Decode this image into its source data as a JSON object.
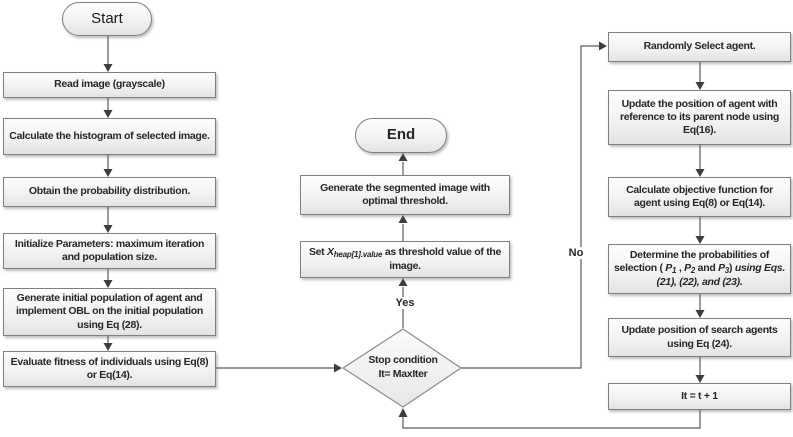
{
  "diagram": {
    "start_label": "Start",
    "end_label": "End",
    "left_column": {
      "read_image": "Read image (grayscale)",
      "calculate_histogram": "Calculate the histogram of selected image.",
      "obtain_probability": "Obtain the probability distribution.",
      "initialize_parameters": "Initialize  Parameters: maximum iteration and population size.",
      "generate_initial_population": "Generate initial population of agent and implement OBL on the initial population using Eq (28).",
      "evaluate_fitness": "Evaluate fitness of individuals using Eq(8) or Eq(14)."
    },
    "middle_column": {
      "generate_segmented": "Generate the segmented image  with optimal threshold.",
      "set_threshold": {
        "prefix": "Set ",
        "variable": "X",
        "subscript": "heap[1].value",
        "suffix": " as threshold value of the image."
      }
    },
    "decision": {
      "line1": "Stop condition",
      "line2": "It= MaxIter",
      "yes_label": "Yes",
      "no_label": "No"
    },
    "right_column": {
      "randomly_select": "Randomly Select agent.",
      "update_agent_position": "Update the position of agent with reference to its parent node using Eq(16).",
      "calculate_objective": "Calculate objective function for agent using Eq(8) or Eq(14).",
      "determine_probabilities": {
        "lead": "Determine the probabilities of selection ( ",
        "p": "P",
        "sub1": "1",
        "sep1": " , ",
        "sub2": "2",
        "sep2": " and ",
        "sub3": "3",
        "close_paren": ") ",
        "tail": "using Eqs. (21), (22),  and (23)."
      },
      "update_search_position": "Update position of search agents using Eq (24).",
      "iteration_increment": "It = t + 1"
    }
  }
}
